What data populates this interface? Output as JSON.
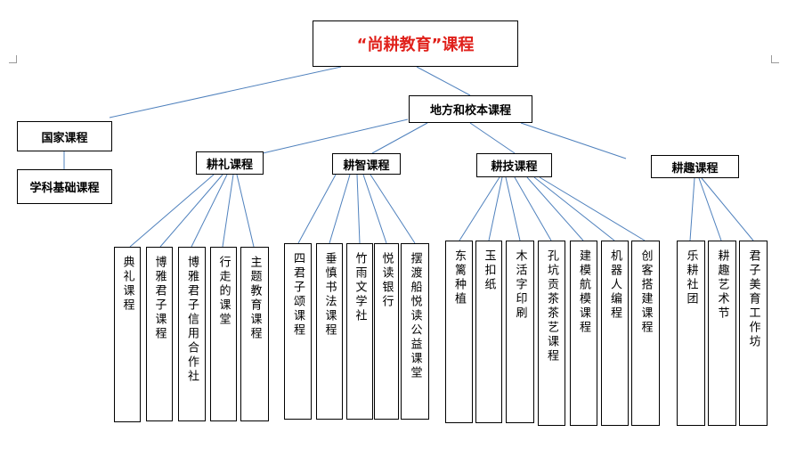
{
  "root": {
    "label": "“尚耕教育”课程"
  },
  "national": {
    "label": "国家课程",
    "child": "学科基础课程"
  },
  "local": {
    "label": "地方和校本课程"
  },
  "groups": [
    {
      "label": "耕礼课程",
      "items": [
        "典礼课程",
        "博雅君子课程",
        "博雅君子信用合作社",
        "行走的课堂",
        "主题教育课程"
      ]
    },
    {
      "label": "耕智课程",
      "items": [
        "四君子颂课程",
        "垂慎书法课程",
        "竹雨文学社",
        "悦读银行",
        "摆渡船悦读公益课堂"
      ]
    },
    {
      "label": "耕技课程",
      "items": [
        "东篱种植",
        "玉扣纸",
        "木活字印刷",
        "孔坑贡茶茶艺课程",
        "建模航模课程",
        "机器人编程",
        "创客搭建课程"
      ]
    },
    {
      "label": "耕趣课程",
      "items": [
        "乐耕社团",
        "耕趣艺术节",
        "君子美育工作坊"
      ]
    }
  ]
}
